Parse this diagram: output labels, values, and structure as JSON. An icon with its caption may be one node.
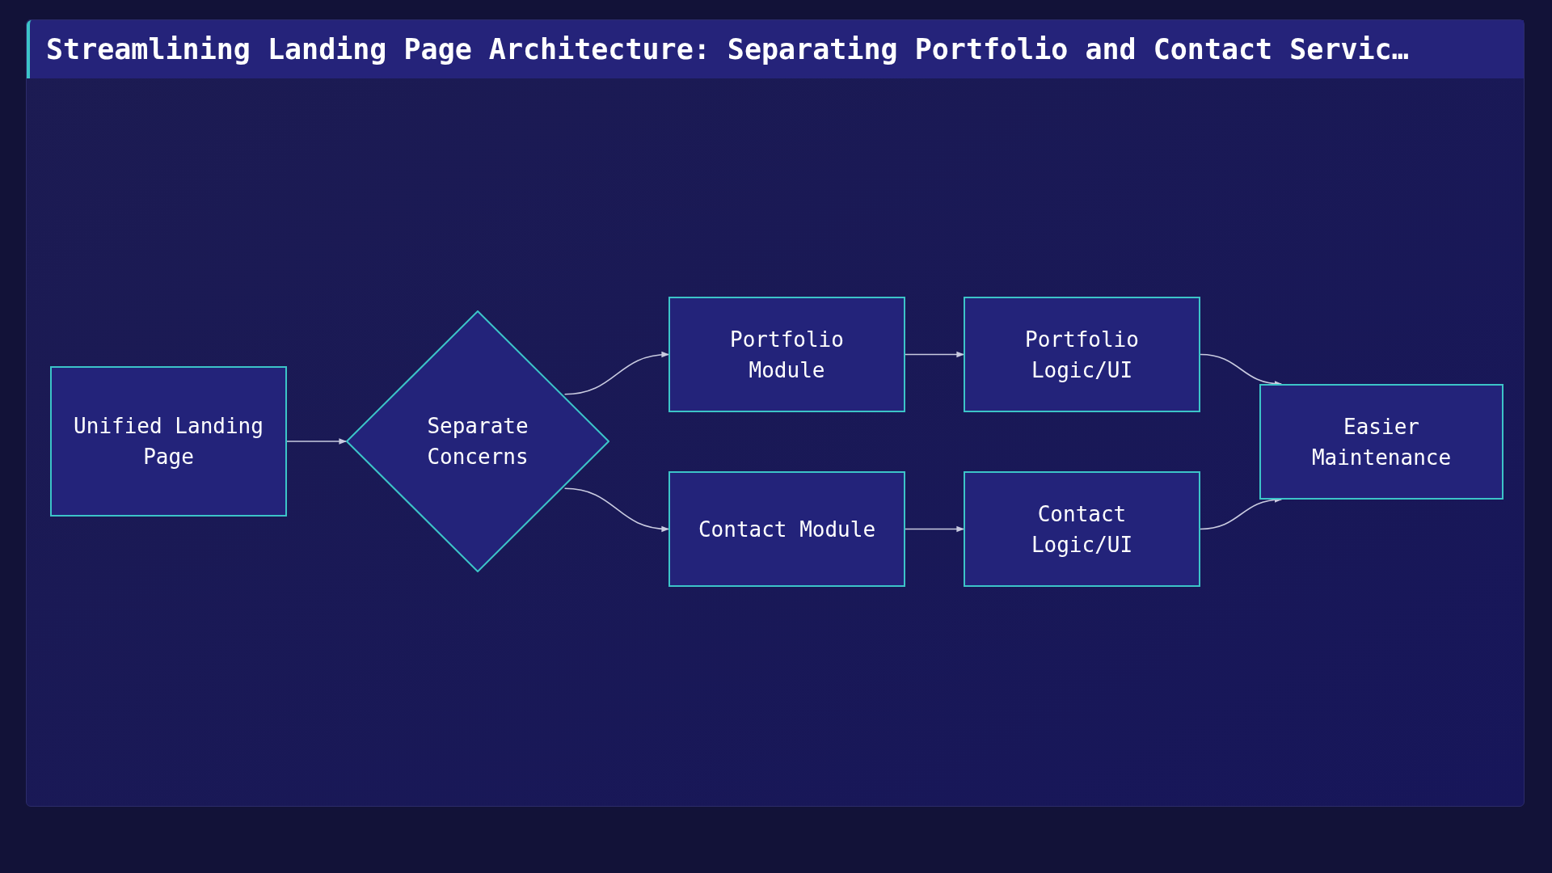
{
  "diagram": {
    "title": "Streamlining Landing Page Architecture: Separating Portfolio and Contact Servic…",
    "nodes": [
      {
        "text": [
          "Unified Landing Page"
        ]
      },
      {
        "text": [
          "Separate Concerns"
        ]
      },
      {
        "text": [
          "Portfolio Module"
        ]
      },
      {
        "text": [
          "Portfolio Logic/UI"
        ]
      },
      {
        "text": [
          "Contact Module"
        ]
      },
      {
        "text": [
          "Contact Logic/UI"
        ]
      },
      {
        "text": [
          "Easier Maintenance"
        ]
      }
    ],
    "edges": [
      {
        "from": 0,
        "to": 1,
        "arrow": "to"
      },
      {
        "from": 1,
        "to": 2,
        "arrow": "to"
      },
      {
        "from": 1,
        "to": 4,
        "arrow": "to"
      },
      {
        "from": 2,
        "to": 3,
        "arrow": "to"
      },
      {
        "from": 4,
        "to": 5,
        "arrow": "to"
      },
      {
        "from": 3,
        "to": 6,
        "arrow": "to"
      },
      {
        "from": 5,
        "to": 6,
        "arrow": "to"
      }
    ]
  }
}
